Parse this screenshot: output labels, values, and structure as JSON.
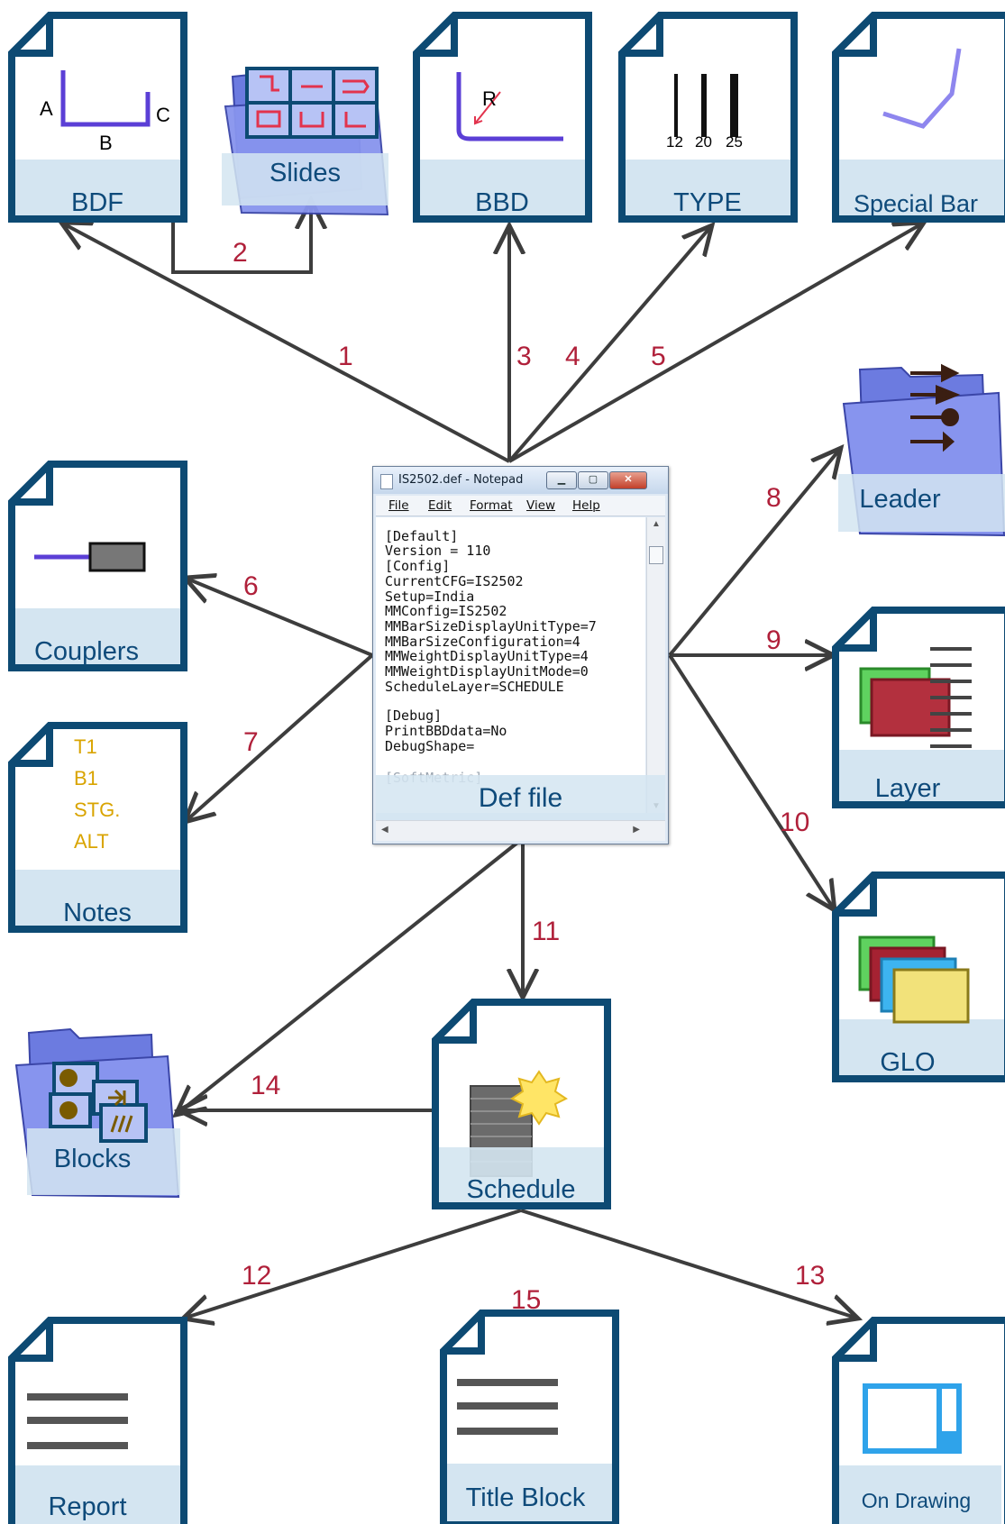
{
  "center": {
    "window_title": "IS2502.def - Notepad",
    "menu": [
      "File",
      "Edit",
      "Format",
      "View",
      "Help"
    ],
    "lines": [
      "[Default]",
      "Version = 110",
      "[Config]",
      "CurrentCFG=IS2502",
      "Setup=India",
      "MMConfig=IS2502",
      "MMBarSizeDisplayUnitType=7",
      "MMBarSizeConfiguration=4",
      "MMWeightDisplayUnitType=4",
      "MMWeightDisplayUnitMode=0",
      "ScheduleLayer=SCHEDULE",
      "",
      "[Debug]",
      "PrintBBDdata=No",
      "DebugShape=",
      "",
      "[SoftMetric]"
    ],
    "label": "Def file"
  },
  "nodes": {
    "bdf": {
      "label": "BDF",
      "dims": [
        "A",
        "B",
        "C"
      ]
    },
    "slides": {
      "label": "Slides"
    },
    "bbd": {
      "label": "BBD",
      "radius": "R"
    },
    "type": {
      "label": "TYPE",
      "sizes": [
        "12",
        "20",
        "25"
      ]
    },
    "special_bar": {
      "label": "Special Bar"
    },
    "leader": {
      "label": "Leader"
    },
    "couplers": {
      "label": "Couplers"
    },
    "notes": {
      "label": "Notes",
      "items": [
        "T1",
        "B1",
        "STG.",
        "ALT"
      ]
    },
    "layer": {
      "label": "Layer"
    },
    "glo": {
      "label": "GLO"
    },
    "blocks": {
      "label": "Blocks"
    },
    "schedule": {
      "label": "Schedule"
    },
    "report": {
      "label": "Report"
    },
    "title_block": {
      "label": "Title Block"
    },
    "on_drawing": {
      "label": "On Drawing"
    }
  },
  "steps": [
    "1",
    "2",
    "3",
    "4",
    "5",
    "6",
    "7",
    "8",
    "9",
    "10",
    "11",
    "12",
    "13",
    "14",
    "15"
  ],
  "colors": {
    "doc_border": "#0d4a73",
    "label_band": "#d4e5f1",
    "label_text": "#0e4a7a",
    "arrow": "#3d3d3d",
    "step_number": "#b0203a",
    "rebar": "#5b3fd6",
    "notes_text": "#d9a400"
  }
}
